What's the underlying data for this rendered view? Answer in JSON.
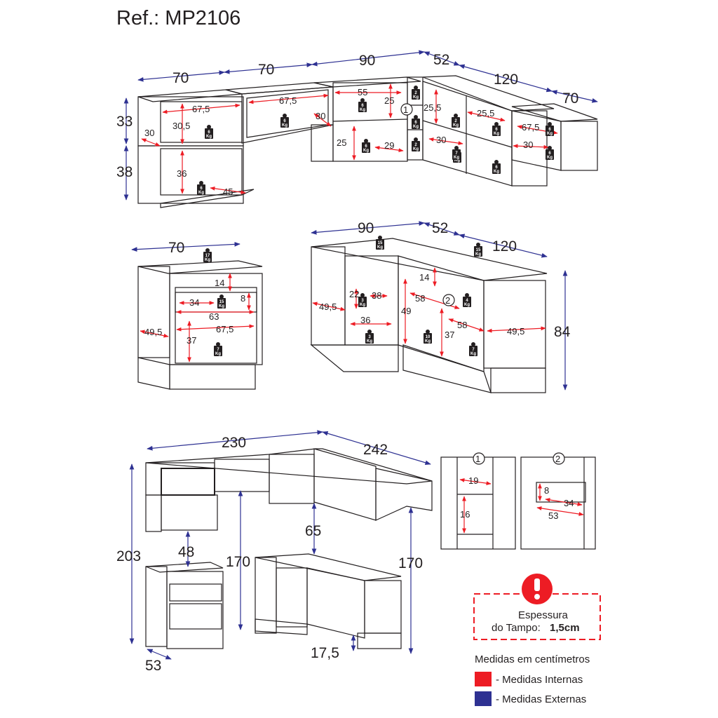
{
  "reference": "Ref.: MP2106",
  "colors": {
    "external_dimension": "#2e3192",
    "internal_dimension": "#ed1c24",
    "outline": "#231f20",
    "weight_tag": "#231f20"
  },
  "top_row": {
    "widths": [
      "70",
      "70",
      "90",
      "52",
      "120",
      "70"
    ],
    "heights": [
      "33",
      "38"
    ],
    "internal": [
      "67,5",
      "30,5",
      "30",
      "36",
      "45",
      "67,5",
      "30",
      "55",
      "25",
      "25",
      "29",
      "25,5",
      "25,5",
      "30",
      "67,5",
      "30"
    ],
    "callout": "1"
  },
  "middle_row": {
    "left_width": "70",
    "corner_widths": [
      "90",
      "52",
      "120"
    ],
    "height": "84",
    "internal": [
      "14",
      "34",
      "8",
      "63",
      "49,5",
      "67,5",
      "37",
      "22",
      "38",
      "49,5",
      "36",
      "14",
      "58",
      "49",
      "58",
      "37",
      "49,5"
    ],
    "callout": "2"
  },
  "bottom_row": {
    "widths": [
      "230",
      "242"
    ],
    "heights": [
      "203",
      "170",
      "170"
    ],
    "gaps": [
      "48",
      "65"
    ],
    "depth": "53",
    "plinth": "17,5"
  },
  "weights": {
    "unit": "Kg",
    "values": [
      "2",
      "6",
      "6",
      "6",
      "6",
      "6",
      "2",
      "2",
      "6",
      "6",
      "6",
      "6",
      "6",
      "6",
      "17",
      "15",
      "15",
      "15",
      "3",
      "4",
      "3",
      "7",
      "10",
      "7",
      "7"
    ]
  },
  "detail_1": {
    "label": "1",
    "dims": [
      "19",
      "16"
    ]
  },
  "detail_2": {
    "label": "2",
    "dims": [
      "8",
      "34",
      "53"
    ]
  },
  "notice": {
    "title": "Espessura",
    "label": "do Tampo:",
    "value": "1,5cm"
  },
  "legend": {
    "title": "Medidas em centímetros",
    "internal": "- Medidas Internas",
    "external": "- Medidas Externas"
  }
}
